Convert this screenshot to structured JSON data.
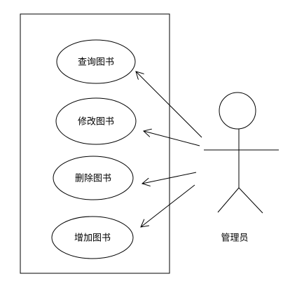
{
  "use_cases": [
    {
      "label": "查询图书"
    },
    {
      "label": "修改图书"
    },
    {
      "label": "删除图书"
    },
    {
      "label": "增加图书"
    }
  ],
  "actor": {
    "label": "管理员"
  },
  "colors": {
    "stroke": "#000000",
    "background": "#ffffff"
  }
}
